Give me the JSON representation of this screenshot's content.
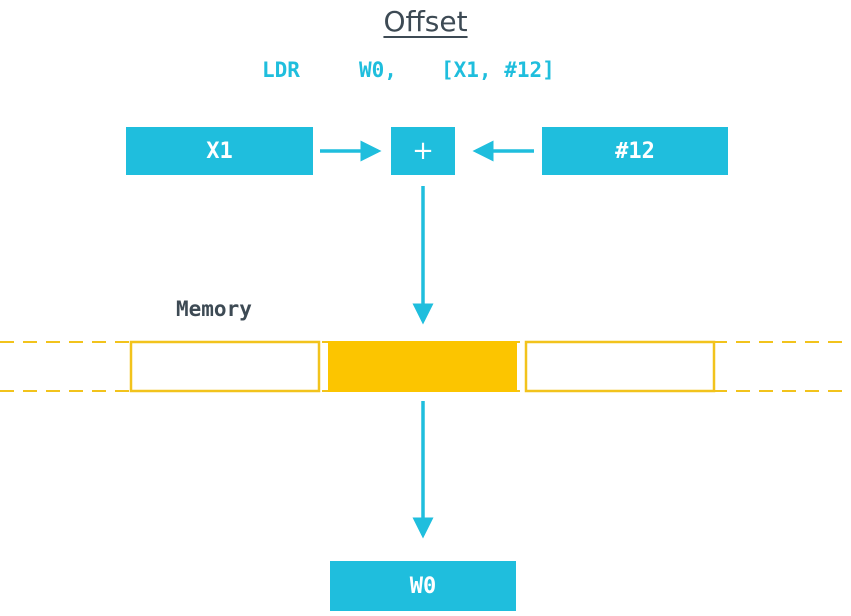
{
  "title": "Offset",
  "instruction": {
    "mnemonic": "LDR",
    "dest": "W0,",
    "operand": "[X1, #12]"
  },
  "boxes": {
    "base_register": "X1",
    "adder": "+",
    "offset": "#12",
    "result": "W0"
  },
  "memory_label": "Memory",
  "colors": {
    "accent": "#1fbedd",
    "memory_highlight": "#fcc500",
    "memory_outline": "#f2c31c",
    "text_dark": "#3d4a54"
  }
}
